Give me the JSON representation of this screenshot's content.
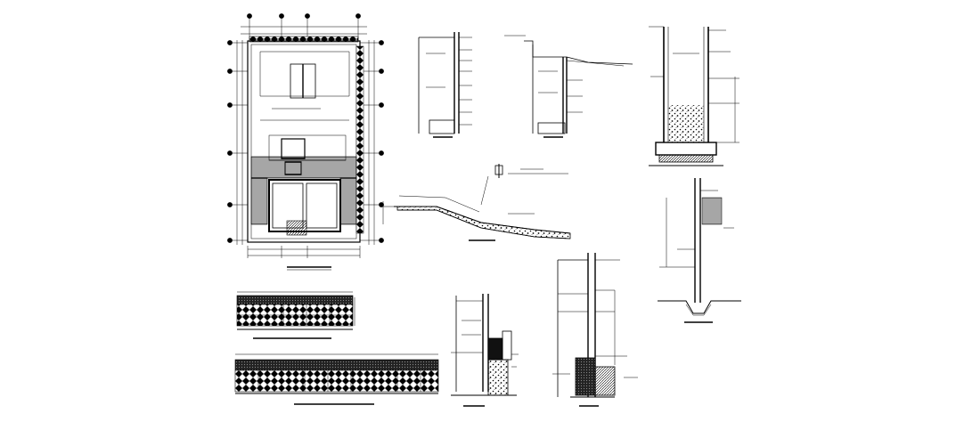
{
  "drawing": {
    "background": "#ffffff",
    "ink": "#000000",
    "title_text": "",
    "panels": [
      {
        "id": "floor-plan"
      },
      {
        "id": "wall-section-a"
      },
      {
        "id": "retaining-wall-section"
      },
      {
        "id": "tank-section"
      },
      {
        "id": "ramp-section"
      },
      {
        "id": "single-wall-detail"
      },
      {
        "id": "facade-elevation-short"
      },
      {
        "id": "facade-elevation-long"
      },
      {
        "id": "foundation-section-b"
      },
      {
        "id": "column-foundation-section"
      }
    ]
  }
}
